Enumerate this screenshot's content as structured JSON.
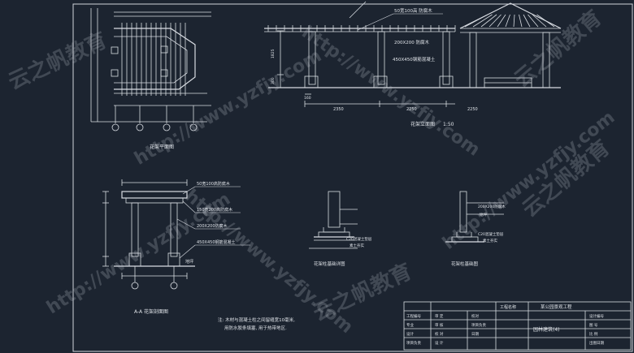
{
  "drawing": {
    "views": {
      "plan": {
        "caption": "花架平面图"
      },
      "elevation": {
        "caption": "花架立面图",
        "scale": "1:50",
        "labels": [
          "50宽100高 防腐木",
          "200X200 防腐木",
          "450X450钢筋混凝土"
        ],
        "dims": [
          "2350",
          "2250",
          "2250",
          "1825",
          "300",
          "160"
        ]
      },
      "section_aa": {
        "caption": "A-A 花架剖面图",
        "labels": [
          "50宽100高防腐木",
          "150宽200高防腐木",
          "200X200防腐木",
          "450X450钢筋混凝土",
          "地坪"
        ]
      },
      "foot_detail": {
        "caption": "花架柱基础详图",
        "labels": [
          "C20混凝土垫层",
          "素土夯实"
        ]
      },
      "wall_detail": {
        "caption": "花架柱基础图",
        "labels": [
          "200X200防腐木",
          "C20混凝土垫层",
          "素土夯实",
          "地坪"
        ]
      }
    },
    "notes": {
      "line1": "注: 木材与混凝土柱之间留缝宽10毫米,",
      "line2": "用防水胶条填塞, 用于热带地区."
    },
    "title_block": {
      "project_label": "工程名称",
      "project_name": "某公园景观工程",
      "drawing_name": "园林建筑(4)",
      "rows": [
        "审 定",
        "审 核",
        "项目负责",
        "校 对",
        "设 计"
      ],
      "right_rows": [
        "设计编号",
        "图 号",
        "比 例",
        "日期",
        "出图日期"
      ],
      "sign_col": [
        "",
        "",
        "",
        "",
        ""
      ],
      "left_col": [
        "工程编号",
        "专业",
        "设计",
        "校对",
        "项目负责"
      ]
    },
    "watermarks": [
      "http://www.yzfjy.com",
      "云之帆教育"
    ]
  }
}
